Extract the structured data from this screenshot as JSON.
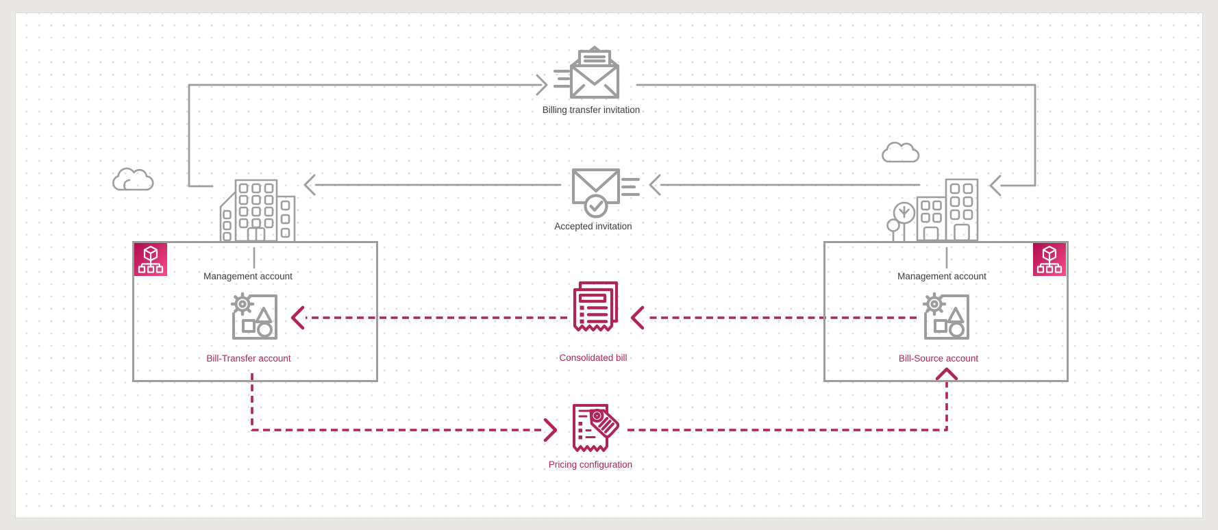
{
  "colors": {
    "pink": "#b22357",
    "gray": "#9d9d9d",
    "text_dark": "#3c3c3c",
    "dot": "#dcdcd9",
    "frame_bg": "#e9e8e5",
    "canvas_bg": "#ffffff",
    "canvas_border": "#d9d9d6",
    "org_grad_a": "#b0084d",
    "org_grad_b": "#f34e8b"
  },
  "diagram": {
    "top_flow": {
      "label": "Billing transfer invitation",
      "icon": "envelope-open-letter-icon"
    },
    "middle_flow": {
      "label": "Accepted invitation",
      "icon": "envelope-accepted-check-icon"
    },
    "consolidated_flow": {
      "label": "Consolidated bill",
      "icon": "consolidated-bill-receipt-icon"
    },
    "pricing_flow": {
      "label": "Pricing configuration",
      "icon": "pricing-tag-receipt-icon"
    },
    "left_account": {
      "management_label": "Management account",
      "account_label": "Bill-Transfer account",
      "badge_icon": "aws-organizations-icon",
      "resources_icon": "account-resources-icon",
      "scene_icon": "office-building-icon"
    },
    "right_account": {
      "management_label": "Management account",
      "account_label": "Bill-Source account",
      "badge_icon": "aws-organizations-icon",
      "resources_icon": "account-resources-icon",
      "scene_icon": "city-buildings-trees-icon"
    },
    "edges": [
      {
        "from": "left-management-account",
        "via": "billing-transfer-invitation",
        "to": "right-management-account",
        "style": "solid-gray"
      },
      {
        "from": "right-management-account",
        "via": "accepted-invitation",
        "to": "left-management-account",
        "style": "solid-gray"
      },
      {
        "from": "bill-source-account",
        "via": "consolidated-bill",
        "to": "bill-transfer-account",
        "style": "dashed-pink"
      },
      {
        "from": "bill-transfer-account",
        "via": "pricing-configuration",
        "to": "bill-source-account",
        "style": "dashed-pink"
      }
    ]
  }
}
